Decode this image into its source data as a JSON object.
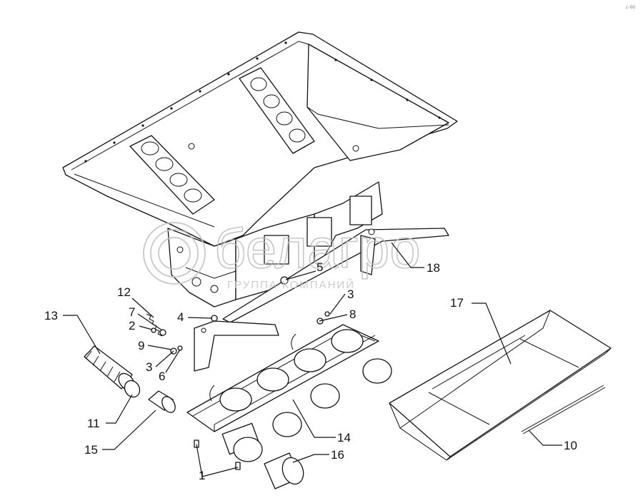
{
  "watermark": {
    "brand": "белагро",
    "tagline": "ГРУППА КОМПАНИЙ"
  },
  "corner_mark": "с-00",
  "callouts": [
    {
      "id": "1",
      "label": "1"
    },
    {
      "id": "2",
      "label": "2"
    },
    {
      "id": "3a",
      "label": "3"
    },
    {
      "id": "3b",
      "label": "3"
    },
    {
      "id": "4",
      "label": "4"
    },
    {
      "id": "5",
      "label": "5"
    },
    {
      "id": "6",
      "label": "6"
    },
    {
      "id": "7",
      "label": "7"
    },
    {
      "id": "8",
      "label": "8"
    },
    {
      "id": "9",
      "label": "9"
    },
    {
      "id": "10",
      "label": "10"
    },
    {
      "id": "11",
      "label": "11"
    },
    {
      "id": "12",
      "label": "12"
    },
    {
      "id": "13",
      "label": "13"
    },
    {
      "id": "14",
      "label": "14"
    },
    {
      "id": "15",
      "label": "15"
    },
    {
      "id": "16",
      "label": "16"
    },
    {
      "id": "17",
      "label": "17"
    },
    {
      "id": "18",
      "label": "18"
    }
  ]
}
